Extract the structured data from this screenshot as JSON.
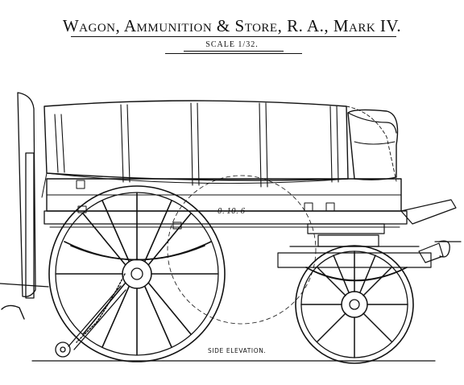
{
  "title": "Wagon, Ammunition & Store, R. A., Mark IV.",
  "scale": "SCALE 1/32.",
  "view_label": "SIDE ELEVATION.",
  "dimension_label": "0. 10. 6"
}
